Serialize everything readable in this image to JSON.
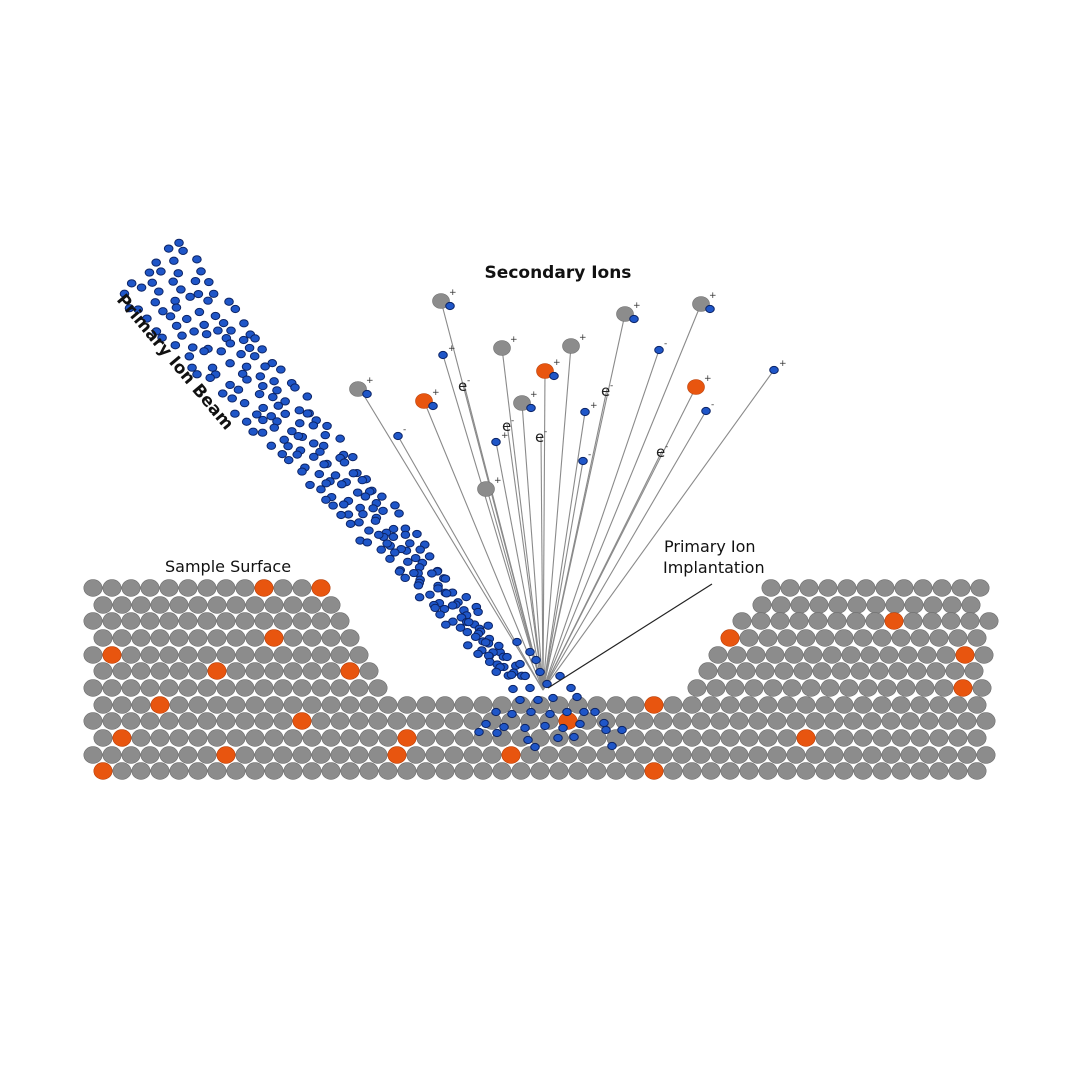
{
  "labels": {
    "secondary_ions": "Secondary Ions",
    "primary_ion_beam": "Primary Ion Beam",
    "sample_surface": "Sample Surface",
    "implantation_line1": "Primary Ion",
    "implantation_line2": "Implantation",
    "electron": "e",
    "plus": "+",
    "minus": "-"
  },
  "colors": {
    "atom": "#8c8c8c",
    "atom_stroke": "#6e6e6e",
    "dopant": "#e8550f",
    "primary_ion": "#1f56c8",
    "primary_ion_stroke": "#0c2466",
    "trajectory": "#8a8a8a"
  },
  "icons": {
    "atom": "grey-atom-circle",
    "dopant": "orange-dopant-atom-circle",
    "primary_ion": "blue-ion-dot",
    "electron": "electron-symbol"
  }
}
